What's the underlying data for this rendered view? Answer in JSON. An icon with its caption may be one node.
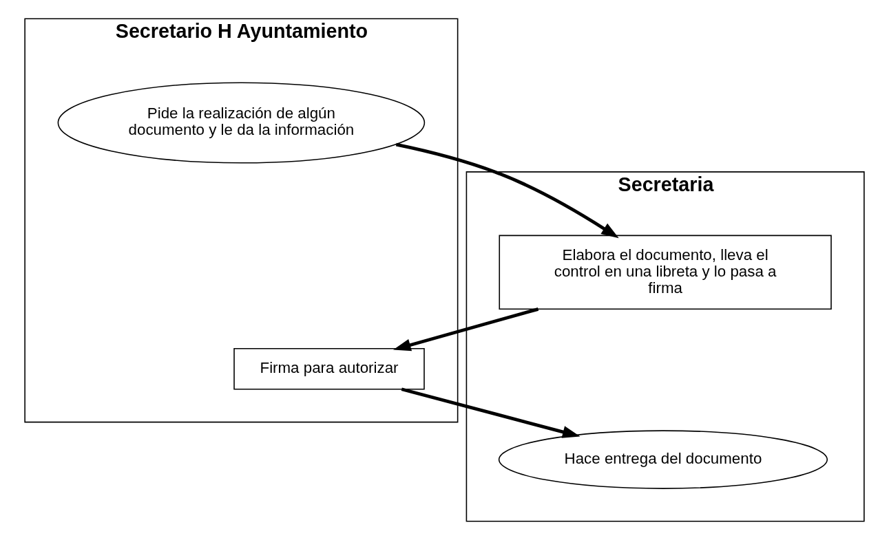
{
  "diagram": {
    "nodes": [
      {
        "text": [
          "Secretaria"
        ]
      },
      {
        "text": [
          "Secretario H Ayuntamiento"
        ]
      },
      {
        "text": [
          "Pide la realización de algún documento y le da la información"
        ],
        "in": 1
      },
      {
        "text": [
          "Elabora el documento, lleva el control en una libreta y lo pasa a firma"
        ],
        "in": 0
      },
      {
        "text": [
          "Firma para autorizar"
        ],
        "in": 1
      },
      {
        "text": [
          "Hace entrega del documento"
        ],
        "in": 0
      }
    ],
    "edges": [
      {
        "from": 2,
        "to": 3,
        "arrow": "to"
      },
      {
        "from": 3,
        "to": 4,
        "arrow": "to"
      },
      {
        "from": 4,
        "to": 5,
        "arrow": "to"
      }
    ]
  }
}
